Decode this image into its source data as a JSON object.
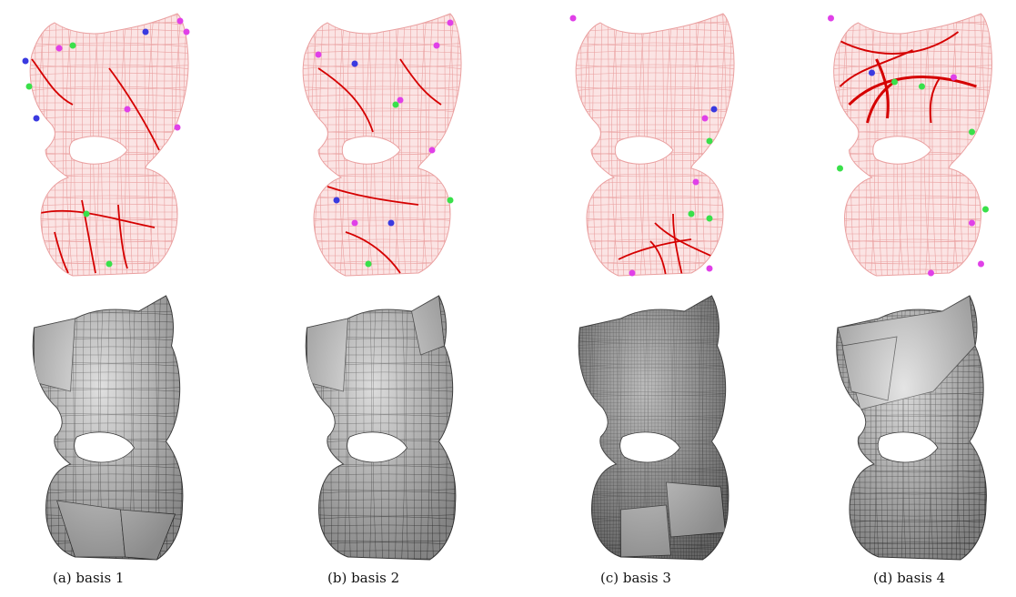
{
  "figure": {
    "panels": [
      {
        "caption": "(a) basis 1"
      },
      {
        "caption": "(b) basis 2"
      },
      {
        "caption": "(c) basis 3"
      },
      {
        "caption": "(d) basis 4"
      }
    ]
  },
  "colors": {
    "mesh_fill_pink": "#fbe4e4",
    "field_line_light": "#eaa0a0",
    "field_line_red": "#d50000",
    "singularity_magenta": "#e040e8",
    "singularity_green": "#39e04a",
    "singularity_blue": "#3a3ae0",
    "render_gray": "#c8c8c8",
    "render_edge": "#3c3c3c"
  }
}
